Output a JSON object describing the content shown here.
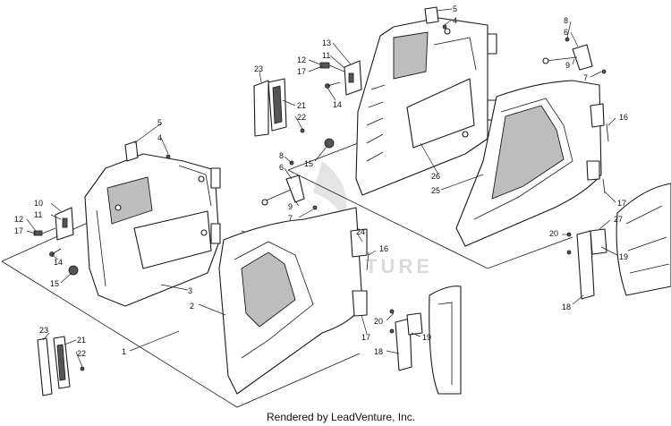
{
  "watermark": "LEADVENTURE",
  "credit": "Rendered by LeadVenture, Inc.",
  "callouts": {
    "l_5": "5",
    "l_4": "4",
    "l_10": "10",
    "l_11": "11",
    "l_12": "12",
    "l_17": "17",
    "l_14": "14",
    "l_15": "15",
    "l_3": "3",
    "l_2": "2",
    "l_1": "1",
    "l_23": "23",
    "l_21": "21",
    "l_22": "22",
    "l_8": "8",
    "l_6": "6",
    "l_9": "9",
    "l_7": "7",
    "l_24": "24",
    "l_16": "16",
    "l_20": "20",
    "l_19": "19",
    "l_18": "18",
    "r_5": "5",
    "r_4": "4",
    "r_13": "13",
    "r_12": "12",
    "r_11": "11",
    "r_17": "17",
    "r_14": "14",
    "r_23": "23",
    "r_21": "21",
    "r_22": "22",
    "r_15": "15",
    "r_26": "26",
    "r_25": "25",
    "r_8": "8",
    "r_6": "6",
    "r_9": "9",
    "r_7": "7",
    "r_16": "16",
    "r_17b": "17",
    "r_27": "27",
    "r_20": "20",
    "r_19": "19",
    "r_18": "18"
  }
}
